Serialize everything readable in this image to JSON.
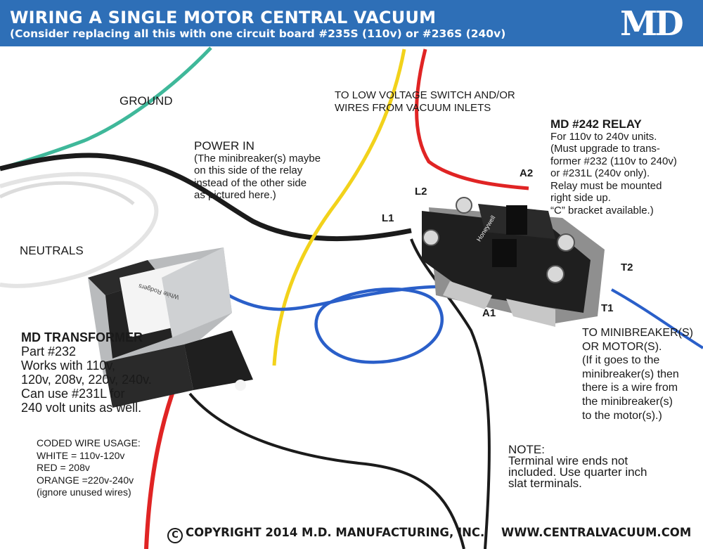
{
  "header": {
    "title": "WIRING A SINGLE MOTOR CENTRAL VACUUM",
    "subtitle": "(Consider replacing all this with one circuit board #235S (110v) or #236S (240v)",
    "logo": "MD"
  },
  "labels": {
    "ground": "GROUND",
    "neutrals": "NEUTRALS",
    "l1": "L1",
    "l2": "L2",
    "a1": "A1",
    "a2": "A2",
    "t1": "T1",
    "t2": "T2",
    "relay_brand": "Honeywell",
    "transformer_brand": "White Rodgers"
  },
  "low_voltage": {
    "lines": [
      "TO LOW VOLTAGE SWITCH AND/OR",
      "WIRES FROM VACUUM INLETS"
    ]
  },
  "power_in": {
    "heading": "POWER IN",
    "lines": [
      "(The minibreaker(s) maybe",
      "on this side of the relay",
      "instead of the other side",
      "as pictured here.)"
    ]
  },
  "relay": {
    "heading": "MD #242 RELAY",
    "lines": [
      "For 110v to 240v units.",
      "(Must upgrade to trans-",
      "former #232 (110v to 240v)",
      "or #231L (240v only).",
      "Relay must be mounted",
      "right side up.",
      "“C” bracket available.)"
    ]
  },
  "transformer": {
    "heading": "MD TRANSFORMER",
    "lines": [
      "Part #232",
      "Works with 110v,",
      "120v, 208v, 220v, 240v.",
      "Can use #231L for",
      "240 volt units as well."
    ]
  },
  "coded": {
    "lines": [
      "CODED WIRE USAGE:",
      "WHITE = 110v-120v",
      "RED = 208v",
      "ORANGE =220v-240v",
      "(ignore unused wires)"
    ]
  },
  "minibreaker": {
    "lines": [
      "TO MINIBREAKER(S)",
      "OR MOTOR(S).",
      "(If it goes to the",
      "minibreaker(s) then",
      "there is a wire from",
      "the minibreaker(s)",
      "to the motor(s).)"
    ]
  },
  "note": {
    "heading": "NOTE:",
    "lines": [
      "Terminal wire ends not",
      "included. Use quarter inch",
      "slat terminals."
    ]
  },
  "footer": {
    "copyright": "COPYRIGHT 2014 M.D. MANUFACTURING, INC.",
    "website": "WWW.CENTRALVACUUM.COM"
  },
  "colors": {
    "banner": "#2e6fb7",
    "wire_green": "#3fb89a",
    "wire_yellow": "#f2d21b",
    "wire_red": "#e02424",
    "wire_blue": "#2a5fc9",
    "wire_black": "#1a1a1a"
  }
}
